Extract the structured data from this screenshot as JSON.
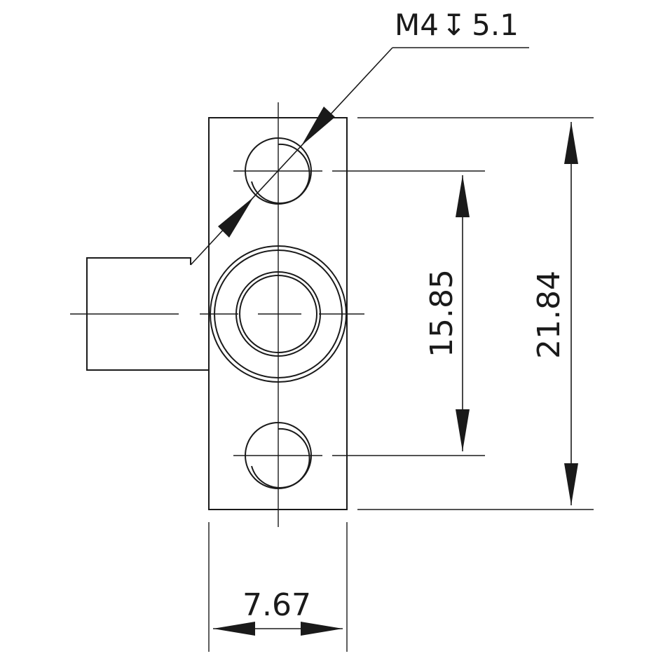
{
  "callout": {
    "thread": "M4",
    "depth_symbol": "↧",
    "depth": "5.1"
  },
  "dimensions": {
    "hole_pitch": "15.85",
    "overall_height": "21.84",
    "width": "7.67"
  },
  "colors": {
    "line": "#1a1a1a",
    "background": "#ffffff"
  }
}
